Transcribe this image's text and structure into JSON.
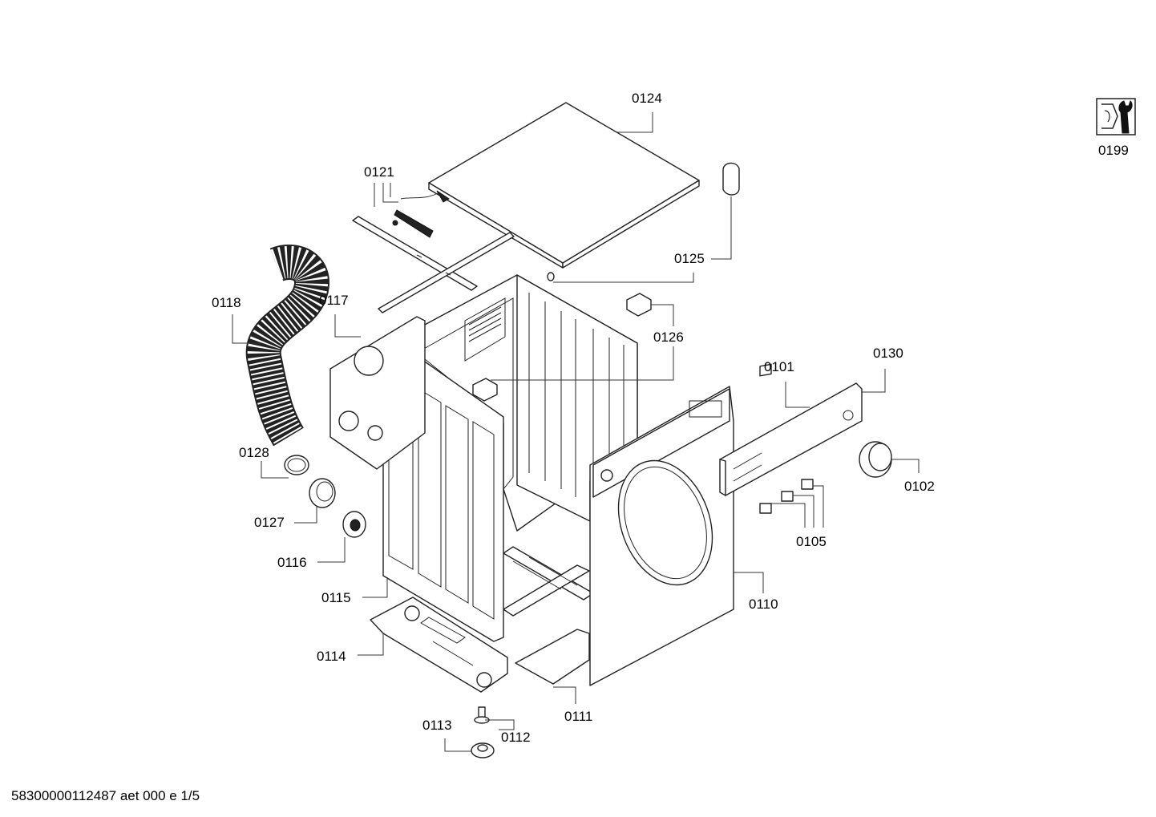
{
  "title": "",
  "parts": {
    "p0101": "0101",
    "p0102": "0102",
    "p0105": "0105",
    "p0110": "0110",
    "p0111": "0111",
    "p0112": "0112",
    "p0113": "0113",
    "p0114": "0114",
    "p0115": "0115",
    "p0116": "0116",
    "p0117": "0117",
    "p0118": "0118",
    "p0121": "0121",
    "p0124": "0124",
    "p0125": "0125",
    "p0126": "0126",
    "p0127": "0127",
    "p0128": "0128",
    "p0130": "0130",
    "p0199": "0199"
  },
  "footer": {
    "doc_id": "58300000112487 aet 000 e 1/5"
  },
  "icons": {
    "tools": "wrench-icon"
  }
}
